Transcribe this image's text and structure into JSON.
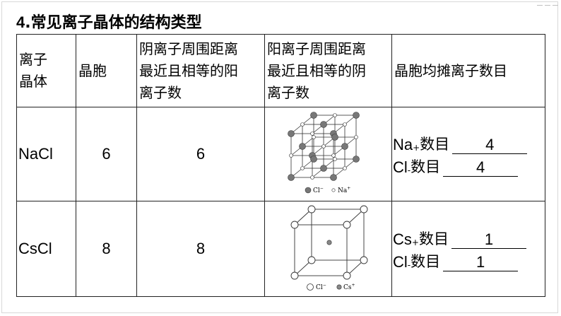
{
  "heading": {
    "number": "4",
    "text": ".常见离子晶体的结构类型"
  },
  "table": {
    "headers": {
      "type": [
        "离子",
        "晶体"
      ],
      "cell": "晶胞",
      "anion_neighbors": [
        "阴离子周围距离",
        "最近且相等的阳",
        "离子数"
      ],
      "cation_neighbors": [
        "阳离子周围距离",
        "最近且相等的阴",
        "离子数"
      ],
      "ions_per_cell": "晶胞均摊离子数目"
    },
    "rows": [
      {
        "name": "NaCl",
        "cell": "6",
        "anion_cn": "6",
        "cation_label": "Na",
        "cation_sup": "+",
        "cation_count": "4",
        "anion_label": "Cl",
        "anion_sup": "-",
        "anion_count": "4",
        "count_word": "数目",
        "legend": {
          "a": "Cl",
          "a_sup": "−",
          "b": "Na",
          "b_sup": "+"
        }
      },
      {
        "name": "CsCl",
        "cell": "8",
        "anion_cn": "8",
        "cation_label": "Cs",
        "cation_sup": "+",
        "cation_count": "1",
        "anion_label": "Cl",
        "anion_sup": "-",
        "anion_count": "1",
        "count_word": "数目",
        "legend": {
          "a": "Cl",
          "a_sup": "−",
          "b": "Cs",
          "b_sup": "+"
        }
      }
    ]
  }
}
